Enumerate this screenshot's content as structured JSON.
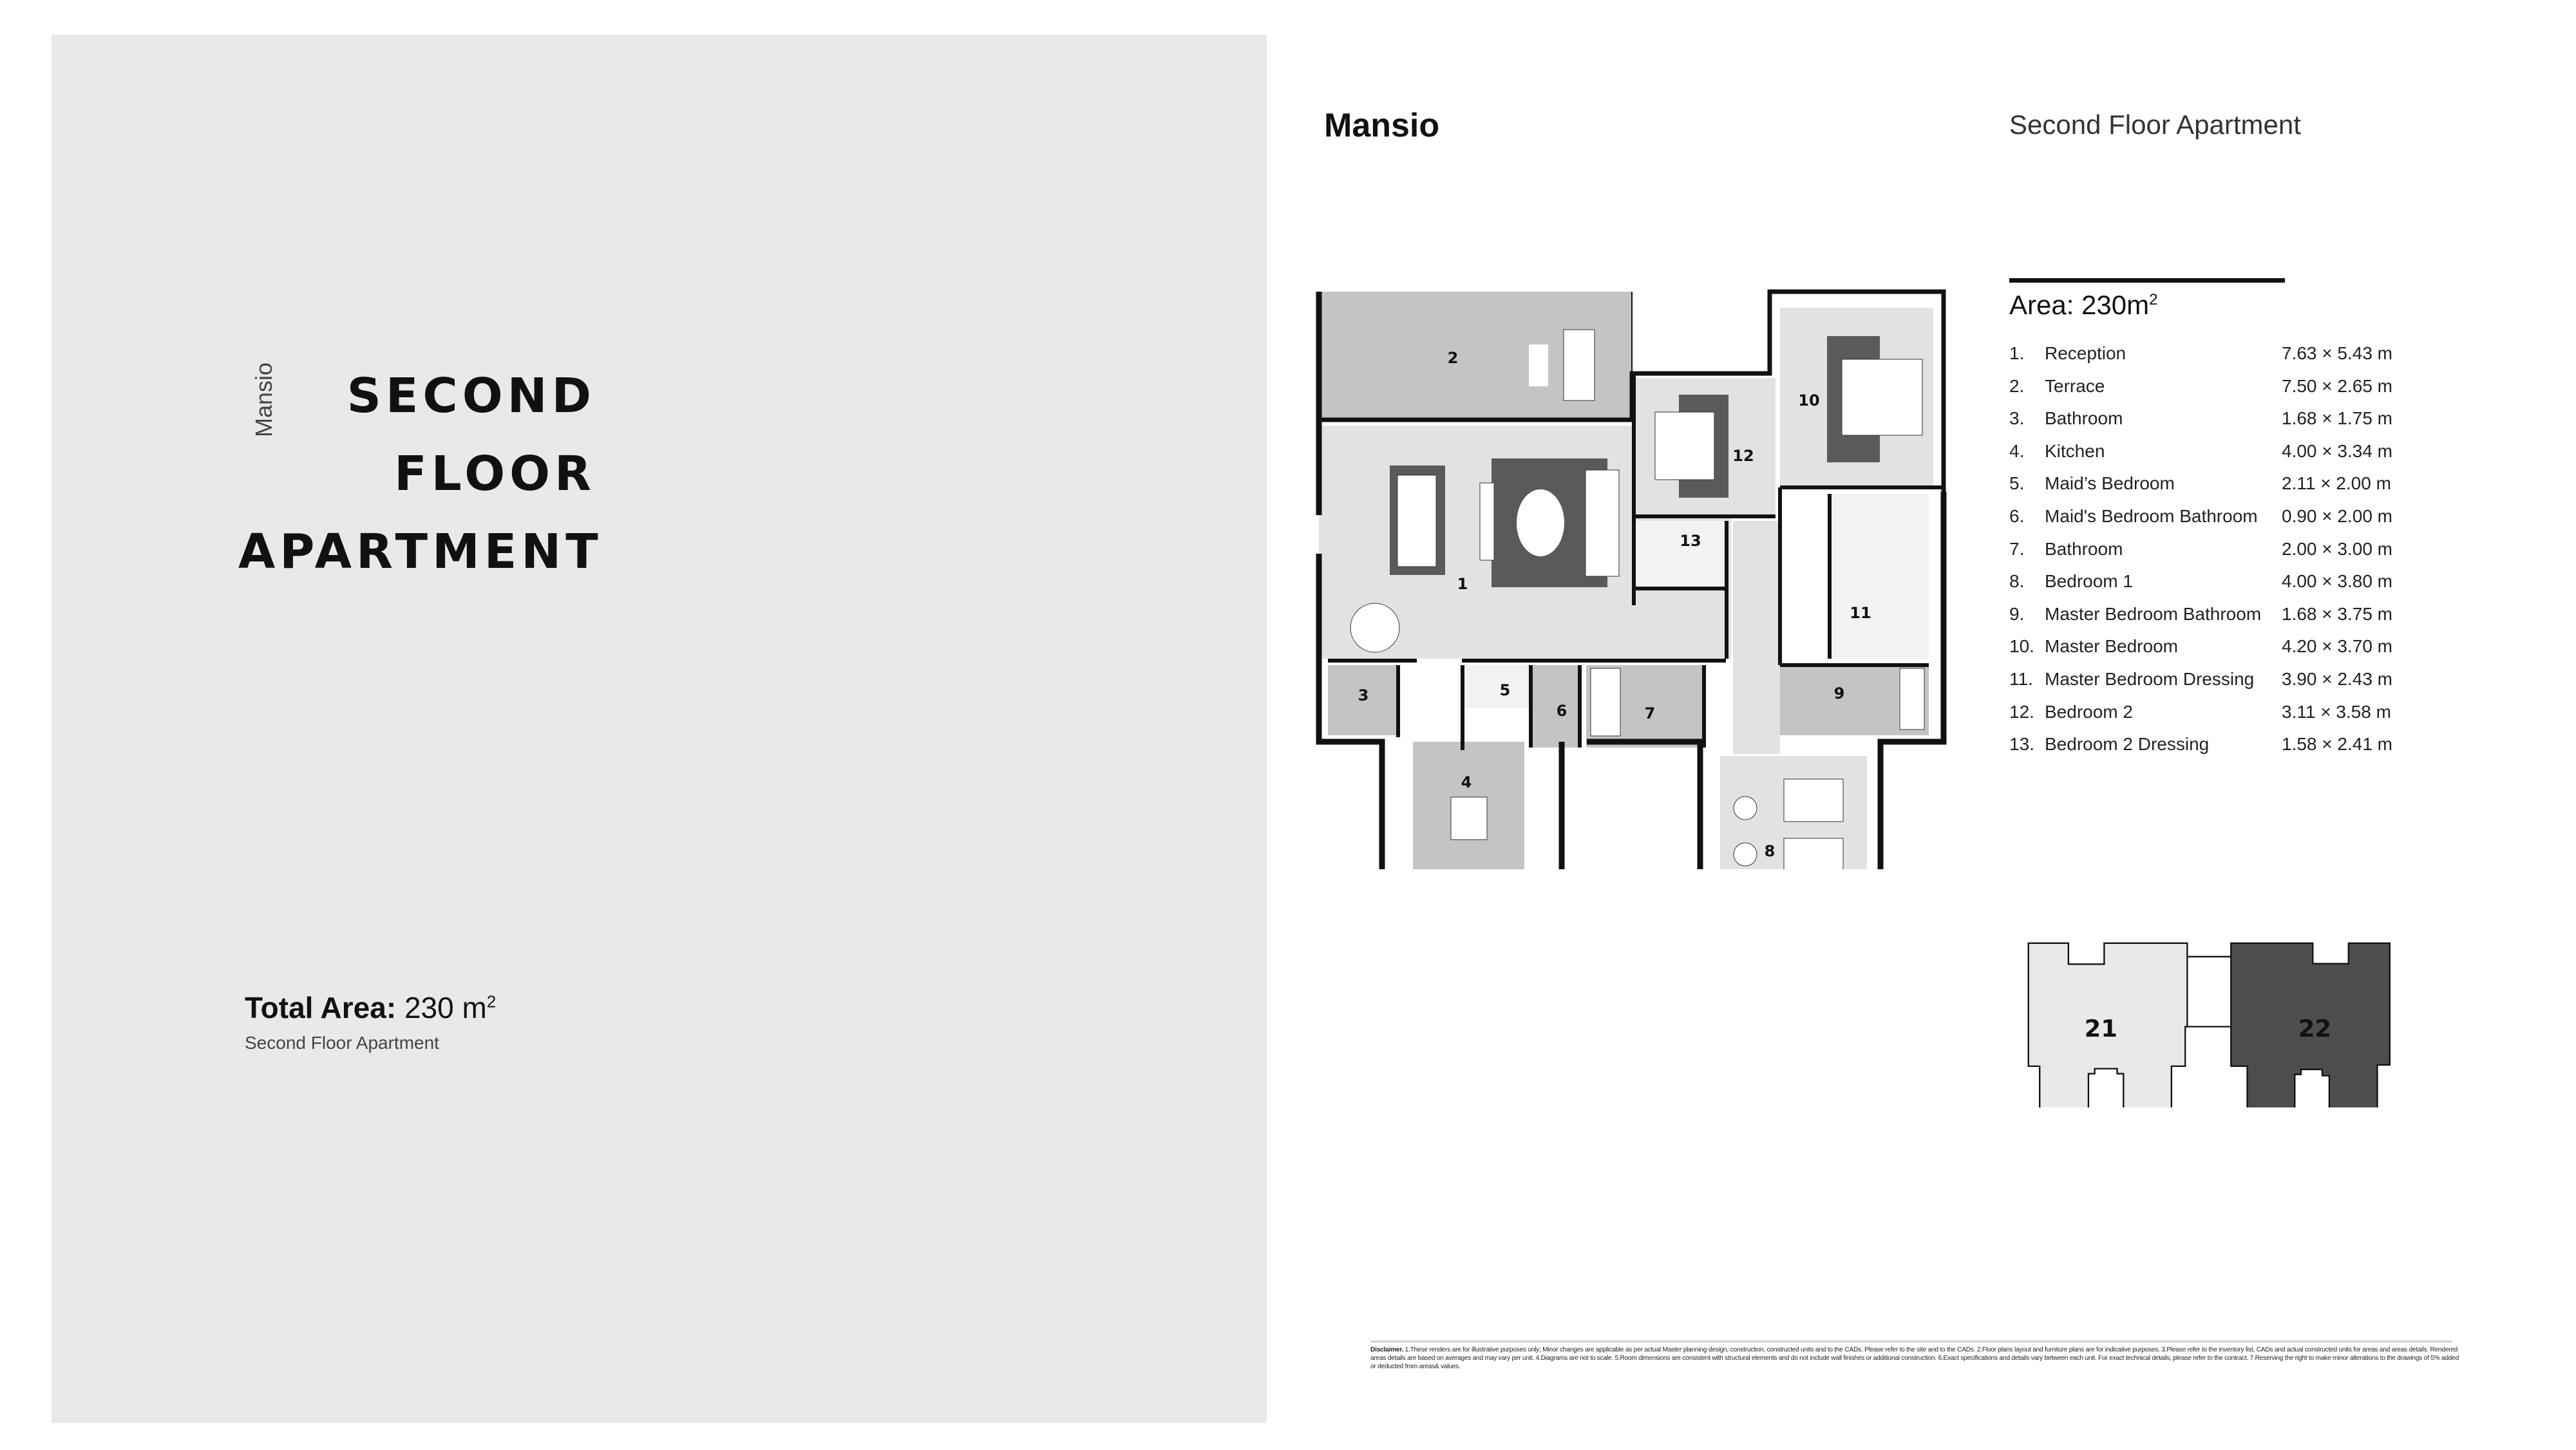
{
  "left": {
    "brand_vertical": "Mansio",
    "title_lines": [
      "SECOND",
      "FLOOR",
      "APARTMENT"
    ],
    "total_area_label": "Total Area:",
    "total_area_value": "230 m",
    "total_area_unit_sup": "2",
    "subtitle": "Second Floor Apartment"
  },
  "header": {
    "brand": "Mansio",
    "subtitle": "Second Floor Apartment"
  },
  "area": {
    "label": "Area: 230m",
    "sup": "2"
  },
  "rooms": [
    {
      "num": "1",
      "name": "Reception",
      "dims": "7.63 × 5.43 m"
    },
    {
      "num": "2",
      "name": "Terrace",
      "dims": "7.50 × 2.65 m"
    },
    {
      "num": "3",
      "name": "Bathroom",
      "dims": "1.68 × 1.75 m"
    },
    {
      "num": "4",
      "name": "Kitchen",
      "dims": "4.00 × 3.34 m"
    },
    {
      "num": "5",
      "name": "Maid’s Bedroom",
      "dims": "2.11 × 2.00 m"
    },
    {
      "num": "6",
      "name": "Maid's Bedroom Bathroom",
      "dims": "0.90 × 2.00 m"
    },
    {
      "num": "7",
      "name": "Bathroom",
      "dims": "2.00 × 3.00 m"
    },
    {
      "num": "8",
      "name": "Bedroom 1",
      "dims": "4.00 × 3.80 m"
    },
    {
      "num": "9",
      "name": "Master Bedroom Bathroom",
      "dims": "1.68 × 3.75 m"
    },
    {
      "num": "10",
      "name": "Master Bedroom",
      "dims": "4.20 × 3.70 m"
    },
    {
      "num": "11",
      "name": "Master Bedroom Dressing",
      "dims": "3.90 × 2.43 m"
    },
    {
      "num": "12",
      "name": "Bedroom 2",
      "dims": "3.11 × 3.58 m"
    },
    {
      "num": "13",
      "name": "Bedroom 2 Dressing",
      "dims": "1.58 × 2.41 m"
    }
  ],
  "key_plan": {
    "units": [
      {
        "label": "21",
        "selected": false,
        "color": "#e9e9e9"
      },
      {
        "label": "22",
        "selected": true,
        "color": "#4d4d4d"
      }
    ]
  },
  "disclaimer": {
    "label": "Disclaimer.",
    "text": "1.These renders are for illustrative purposes only; Minor changes are applicable as per actual Master planning design, construction, constructed units and to the CADs. Please refer to the site and to the CADs. 2.Floor plans layout and furniture plans are for indicative purposes. 3.Please refer to the inventory list, CADs and actual constructed units for areas and areas details. Rendered areas details are based on averages and may vary per unit. 4.Diagrams are not to scale. 5.Room dimensions are consistent with structural elements and do not include wall finishes or additional construction. 6.Exact specifications and details vary between each unit. For exact technical details, please refer to the contract. 7.Reserving the right to make minor alterations to the drawings of 5% added or deducted from areas& values."
  },
  "colors": {
    "panel": "#e9e9e9",
    "wall": "#111111",
    "floor": "#e2e2e2",
    "tile": "#c4c4c4",
    "rug": "#5a5a5a"
  }
}
